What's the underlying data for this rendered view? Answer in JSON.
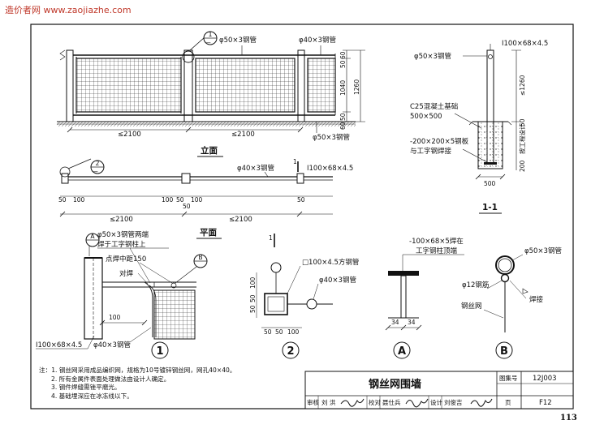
{
  "watermark": "造价者网 www.zaojiazhe.com",
  "page_number": "113",
  "elevation": {
    "title": "立面",
    "callout": "1",
    "labels": {
      "top_rail": "φ50×3钢管",
      "mid_post": "φ40×3钢管",
      "bottom_rail": "φ50×3钢管",
      "dim_a": "60",
      "dim_b": "50",
      "dim_c": "1040",
      "dim_d": "1260",
      "dim_e": "50",
      "dim_f": "60",
      "span1": "≤2100",
      "span2": "≤2100"
    }
  },
  "plan": {
    "title": "平面",
    "callout": "2",
    "section_mark": "1",
    "labels": {
      "pipe": "φ40×3钢管",
      "beam": "I100×68×4.5",
      "d50a": "50",
      "d100a": "100",
      "d100b": "100",
      "d50b": "50",
      "d100c": "100",
      "d50c": "50",
      "d50d": "50",
      "span1": "≤2100",
      "span2": "≤2100"
    }
  },
  "section": {
    "title": "1-1",
    "labels": {
      "beam": "I100×68×4.5",
      "pipe": "φ50×3钢管",
      "dim_h": "≤1260",
      "concrete": "C25混凝土基础",
      "concrete_size": "500×500",
      "plate": "-200×200×5钢板",
      "plate2": "与工字钢焊接",
      "dim_50": "50",
      "design": "按工程设计",
      "dim_200": "200",
      "dim_500": "500"
    }
  },
  "detail1": {
    "callout": "1",
    "callout_a": "A",
    "callout_b": "B",
    "labels": {
      "note1": "φ50×3钢管两端",
      "note2": "焊于工字钢柱上",
      "note3": "点焊中距150",
      "weld": "对焊",
      "dim": "100",
      "beam": "I100×68×4.5",
      "pipe": "φ40×3钢管"
    }
  },
  "detail2": {
    "callout": "2",
    "section_mark": "1",
    "labels": {
      "square": "□100×4.5方钢管",
      "pipe": "φ40×3钢管",
      "dim_50": "50",
      "dim_50b": "50",
      "dim_100": "100",
      "dim_b50": "50",
      "dim_b50b": "50",
      "dim_b100": "100"
    }
  },
  "detailA": {
    "callout": "A",
    "labels": {
      "plate": "-100×68×5焊在",
      "plate2": "工字钢柱顶端",
      "dim1": "34",
      "dim2": "34"
    }
  },
  "detailB": {
    "callout": "B",
    "labels": {
      "pipe": "φ50×3钢管",
      "rebar": "φ12钢筋",
      "mesh": "钢丝网",
      "weld": "焊接"
    }
  },
  "notes": {
    "heading": "注：",
    "items": [
      "1. 钢丝网采用成品编织网，规格为10号镀锌钢丝网，网孔40×40。",
      "2. 所有金属件表面处理做法由设计人确定。",
      "3. 钢件焊缝需锉平磨光。",
      "4. 基础埋深应在冰冻线以下。"
    ]
  },
  "title_block": {
    "title": "钢丝网围墙",
    "atlas_label": "图集号",
    "atlas_no": "12J003",
    "page_label": "页",
    "page_no": "F12",
    "review_label": "审核",
    "review_name": "刘 洪",
    "check_label": "校对",
    "check_name": "聂仕兵",
    "design_label": "设计",
    "design_name": "刘俊吉"
  },
  "colors": {
    "line": "#111111",
    "watermark": "#c0392b",
    "paper": "#ffffff"
  }
}
